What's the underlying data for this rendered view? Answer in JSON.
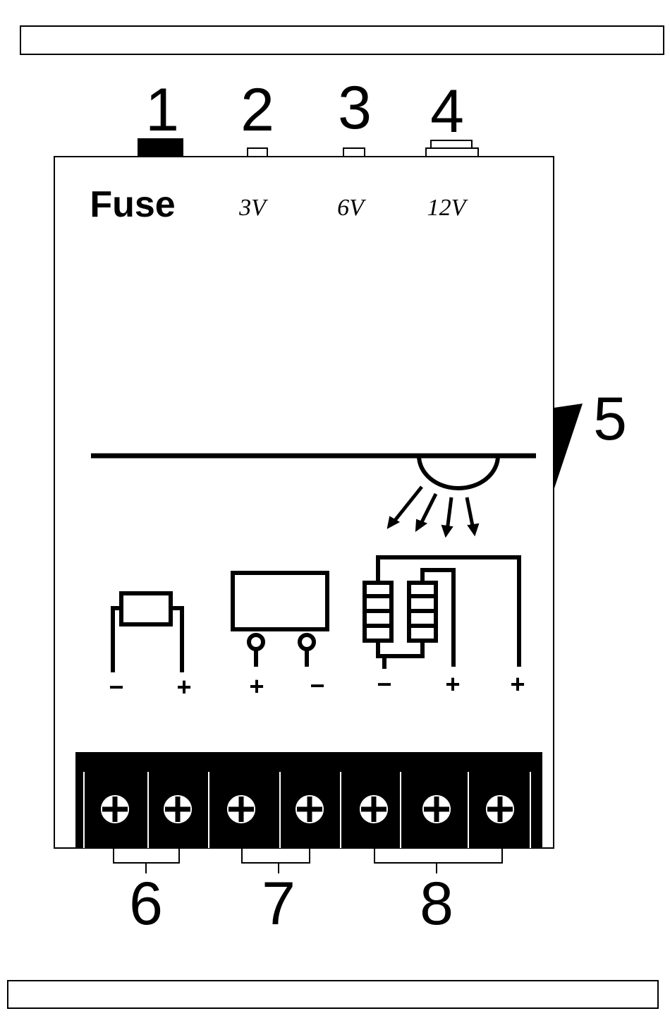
{
  "callouts": {
    "fuse": "1",
    "led_3v": "2",
    "led_6v": "3",
    "led_12v": "4",
    "light_sensor": "5",
    "group_a": "6",
    "group_b": "7",
    "group_c": "8"
  },
  "panel": {
    "fuse_label": "Fuse",
    "v3_label": "3V",
    "v6_label": "6V",
    "v12_label": "12V"
  },
  "polarity": {
    "a_left": "−",
    "a_right": "+",
    "b_left": "+",
    "b_right": "−",
    "c_left": "−",
    "c_mid": "+",
    "c_right": "+"
  },
  "colors": {
    "ink": "#000000",
    "paper": "#ffffff"
  }
}
